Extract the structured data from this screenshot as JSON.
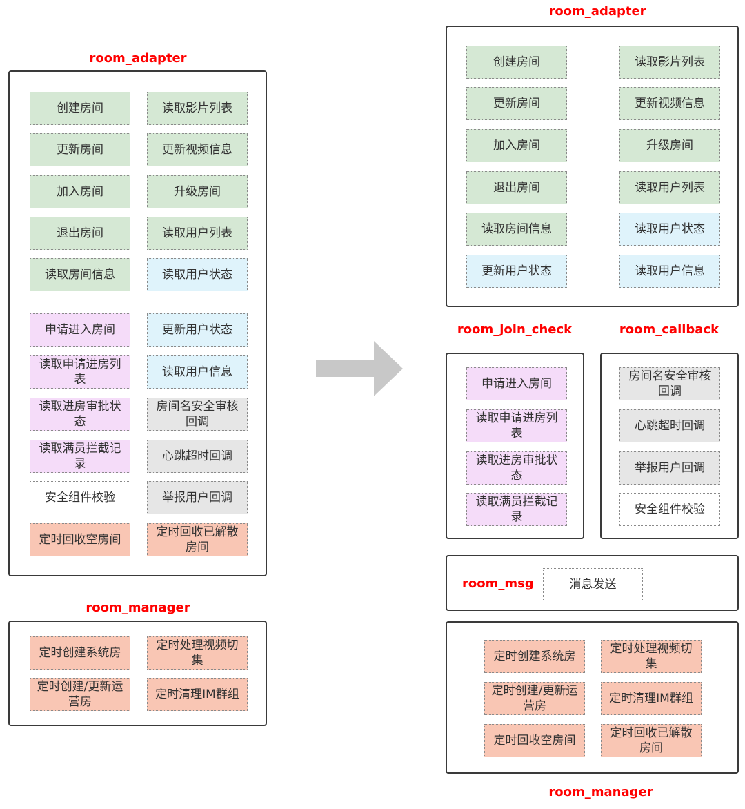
{
  "left": {
    "adapter_title": "room_adapter",
    "manager_title": "room_manager",
    "adapter_boxes": [
      {
        "text": "创建房间",
        "color": "green"
      },
      {
        "text": "读取影片列表",
        "color": "green"
      },
      {
        "text": "更新房间",
        "color": "green"
      },
      {
        "text": "更新视频信息",
        "color": "green"
      },
      {
        "text": "加入房间",
        "color": "green"
      },
      {
        "text": "升级房间",
        "color": "green"
      },
      {
        "text": "退出房间",
        "color": "green"
      },
      {
        "text": "读取用户列表",
        "color": "green"
      },
      {
        "text": "读取房间信息",
        "color": "green"
      },
      {
        "text": "读取用户状态",
        "color": "blue"
      },
      {
        "text": "申请进入房间",
        "color": "purple"
      },
      {
        "text": "更新用户状态",
        "color": "blue"
      },
      {
        "text": "读取申请进房列表",
        "color": "purple"
      },
      {
        "text": "读取用户信息",
        "color": "blue"
      },
      {
        "text": "读取进房审批状态",
        "color": "purple"
      },
      {
        "text": "房间名安全审核回调",
        "color": "gray"
      },
      {
        "text": "读取满员拦截记录",
        "color": "purple"
      },
      {
        "text": "心跳超时回调",
        "color": "gray"
      },
      {
        "text": "安全组件校验",
        "color": "white"
      },
      {
        "text": "举报用户回调",
        "color": "gray"
      },
      {
        "text": "定时回收空房间",
        "color": "orange"
      },
      {
        "text": "定时回收已解散房间",
        "color": "orange"
      }
    ],
    "manager_boxes": [
      {
        "text": "定时创建系统房",
        "color": "orange"
      },
      {
        "text": "定时处理视频切集",
        "color": "orange"
      },
      {
        "text": "定时创建/更新运营房",
        "color": "orange"
      },
      {
        "text": "定时清理IM群组",
        "color": "orange"
      }
    ]
  },
  "right": {
    "adapter_title": "room_adapter",
    "join_check_title": "room_join_check",
    "callback_title": "room_callback",
    "msg_title": "room_msg",
    "manager_title": "room_manager",
    "adapter_boxes": [
      {
        "text": "创建房间",
        "color": "green"
      },
      {
        "text": "读取影片列表",
        "color": "green"
      },
      {
        "text": "更新房间",
        "color": "green"
      },
      {
        "text": "更新视频信息",
        "color": "green"
      },
      {
        "text": "加入房间",
        "color": "green"
      },
      {
        "text": "升级房间",
        "color": "green"
      },
      {
        "text": "退出房间",
        "color": "green"
      },
      {
        "text": "读取用户列表",
        "color": "green"
      },
      {
        "text": "读取房间信息",
        "color": "green"
      },
      {
        "text": "读取用户状态",
        "color": "blue"
      },
      {
        "text": "更新用户状态",
        "color": "blue"
      },
      {
        "text": "读取用户信息",
        "color": "blue"
      }
    ],
    "join_check_boxes": [
      {
        "text": "申请进入房间",
        "color": "purple"
      },
      {
        "text": "读取申请进房列表",
        "color": "purple"
      },
      {
        "text": "读取进房审批状态",
        "color": "purple"
      },
      {
        "text": "读取满员拦截记录",
        "color": "purple"
      }
    ],
    "callback_boxes": [
      {
        "text": "房间名安全审核回调",
        "color": "gray"
      },
      {
        "text": "心跳超时回调",
        "color": "gray"
      },
      {
        "text": "举报用户回调",
        "color": "gray"
      },
      {
        "text": "安全组件校验",
        "color": "white"
      }
    ],
    "msg_boxes": [
      {
        "text": "消息发送",
        "color": "white"
      }
    ],
    "manager_boxes": [
      {
        "text": "定时创建系统房",
        "color": "orange"
      },
      {
        "text": "定时处理视频切集",
        "color": "orange"
      },
      {
        "text": "定时创建/更新运营房",
        "color": "orange"
      },
      {
        "text": "定时清理IM群组",
        "color": "orange"
      },
      {
        "text": "定时回收空房间",
        "color": "orange"
      },
      {
        "text": "定时回收已解散房间",
        "color": "orange"
      }
    ]
  }
}
